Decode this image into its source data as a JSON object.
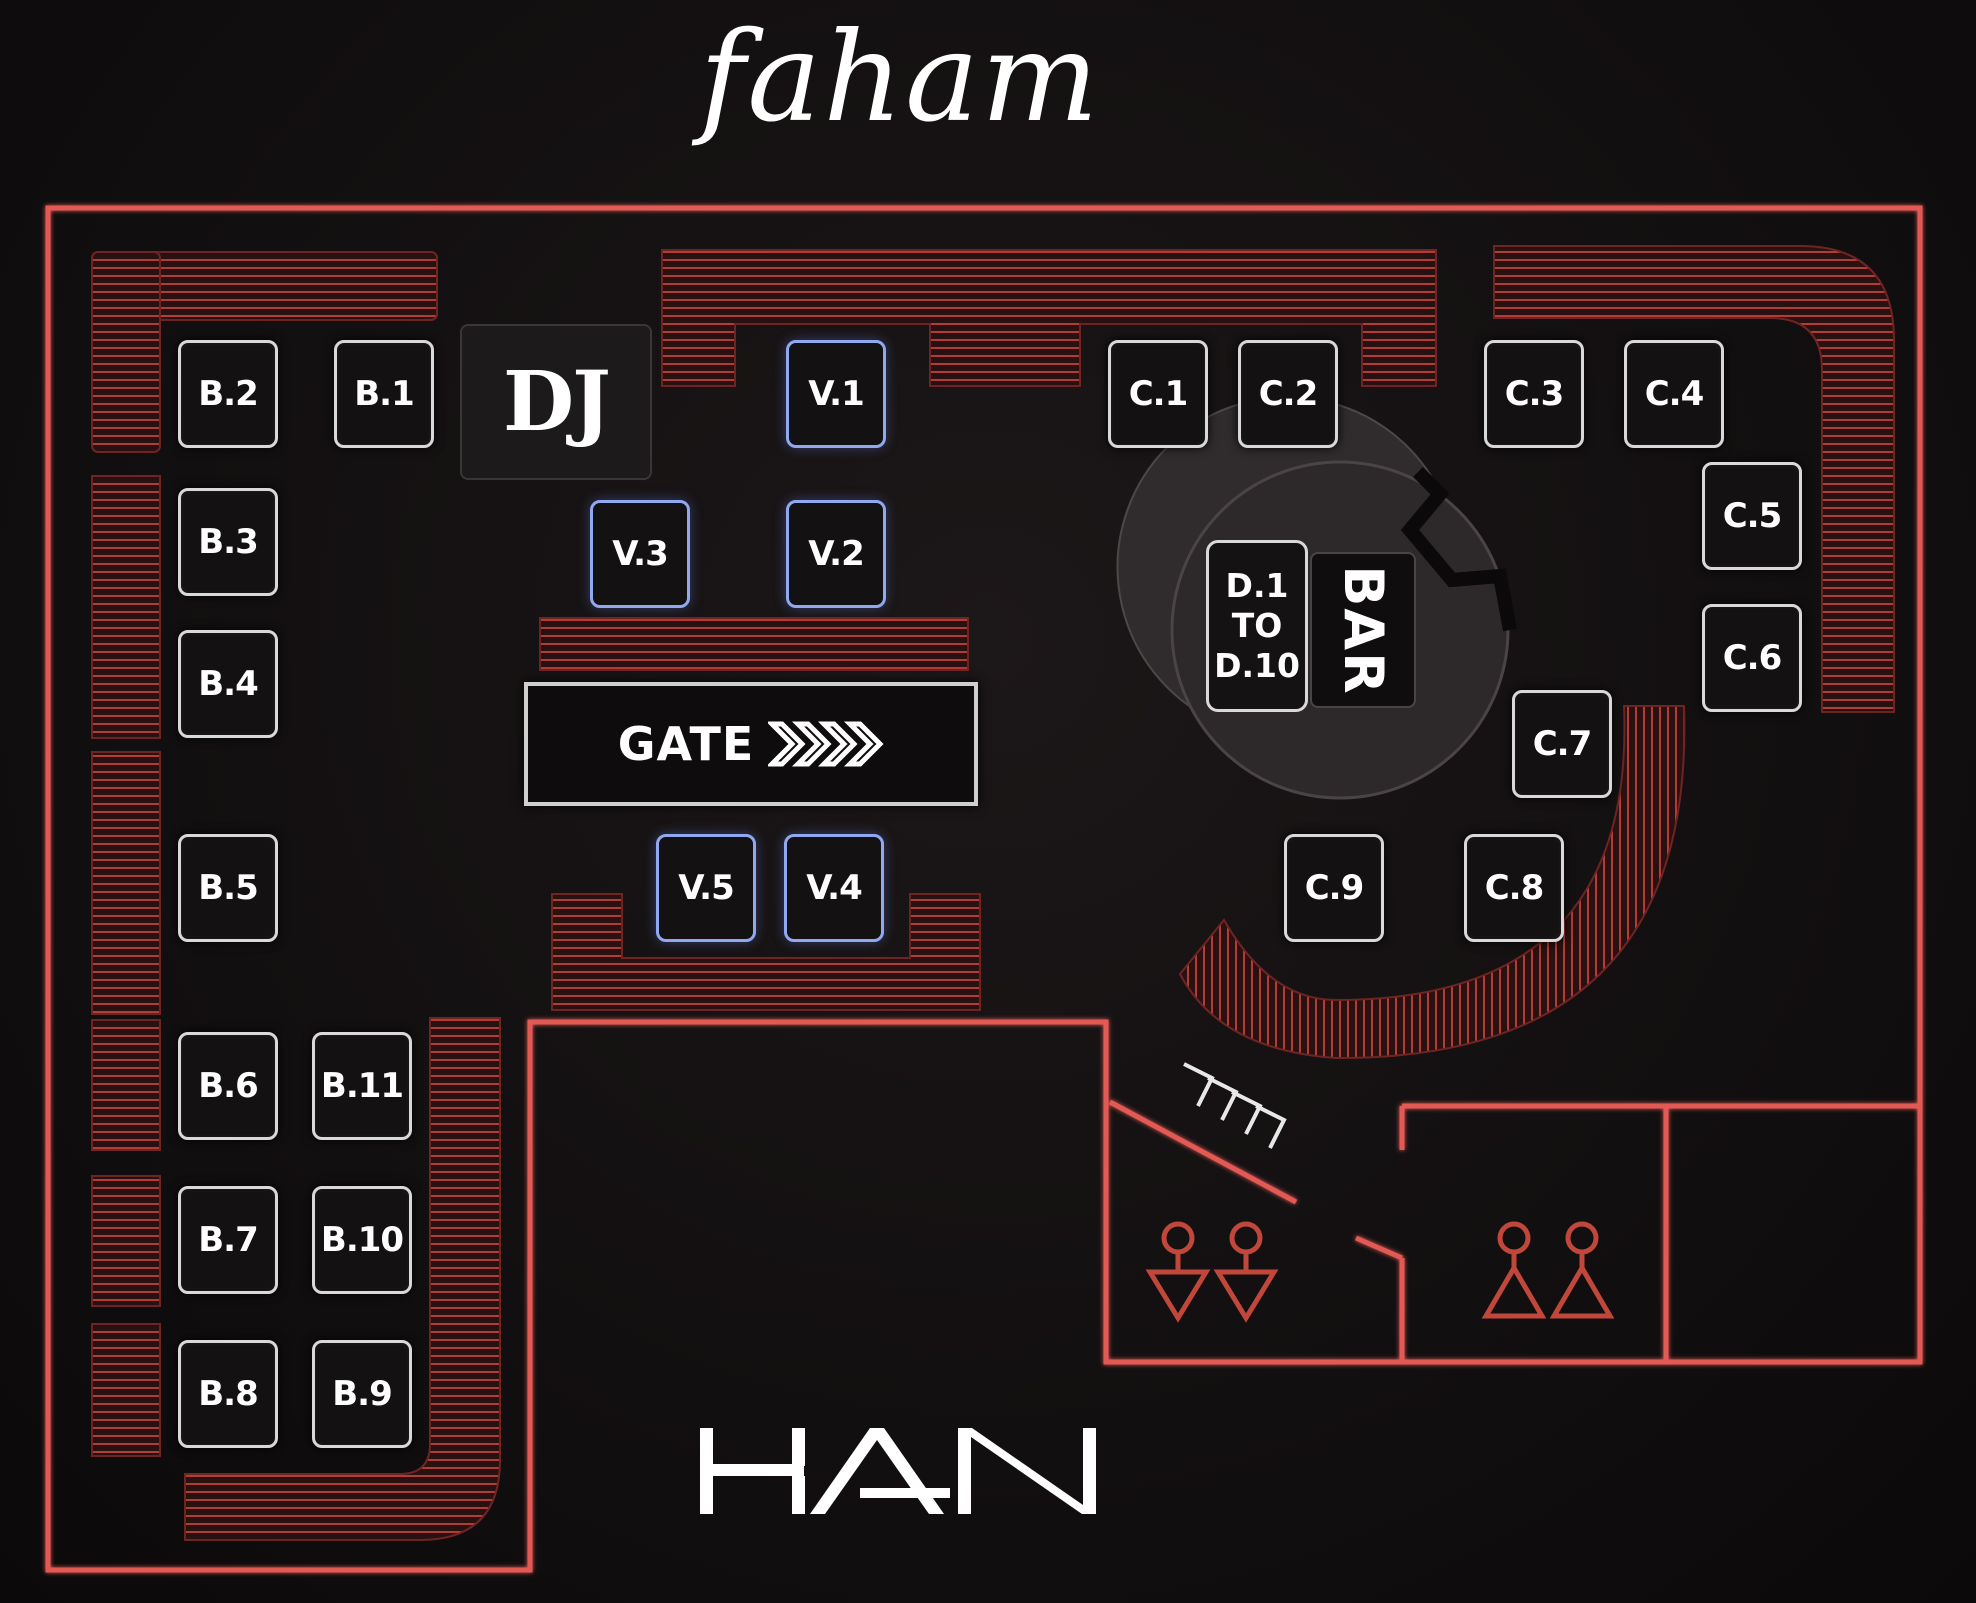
{
  "brand": {
    "name": "faham"
  },
  "logo": {
    "text": "HAN"
  },
  "stage": {
    "dj_label": "DJ"
  },
  "entrance": {
    "gate_label": "GATE"
  },
  "bar": {
    "label": "BAR",
    "zone_line1": "D.1",
    "zone_line2": "TO",
    "zone_line3": "D.10"
  },
  "tables": {
    "b1": "B.1",
    "b2": "B.2",
    "b3": "B.3",
    "b4": "B.4",
    "b5": "B.5",
    "b6": "B.6",
    "b7": "B.7",
    "b8": "B.8",
    "b9": "B.9",
    "b10": "B.10",
    "b11": "B.11",
    "v1": "V.1",
    "v2": "V.2",
    "v3": "V.3",
    "v4": "V.4",
    "v5": "V.5",
    "c1": "C.1",
    "c2": "C.2",
    "c3": "C.3",
    "c4": "C.4",
    "c5": "C.5",
    "c6": "C.6",
    "c7": "C.7",
    "c8": "C.8",
    "c9": "C.9"
  },
  "restrooms": {
    "womens_icon": "women-restroom-icon",
    "mens_icon": "men-restroom-icon"
  },
  "colors": {
    "wall": "#e0524e",
    "bench": "#c2413c",
    "vip_border": "#8fa8ef",
    "table_border": "#d9d9d9",
    "background": "#120f10"
  }
}
